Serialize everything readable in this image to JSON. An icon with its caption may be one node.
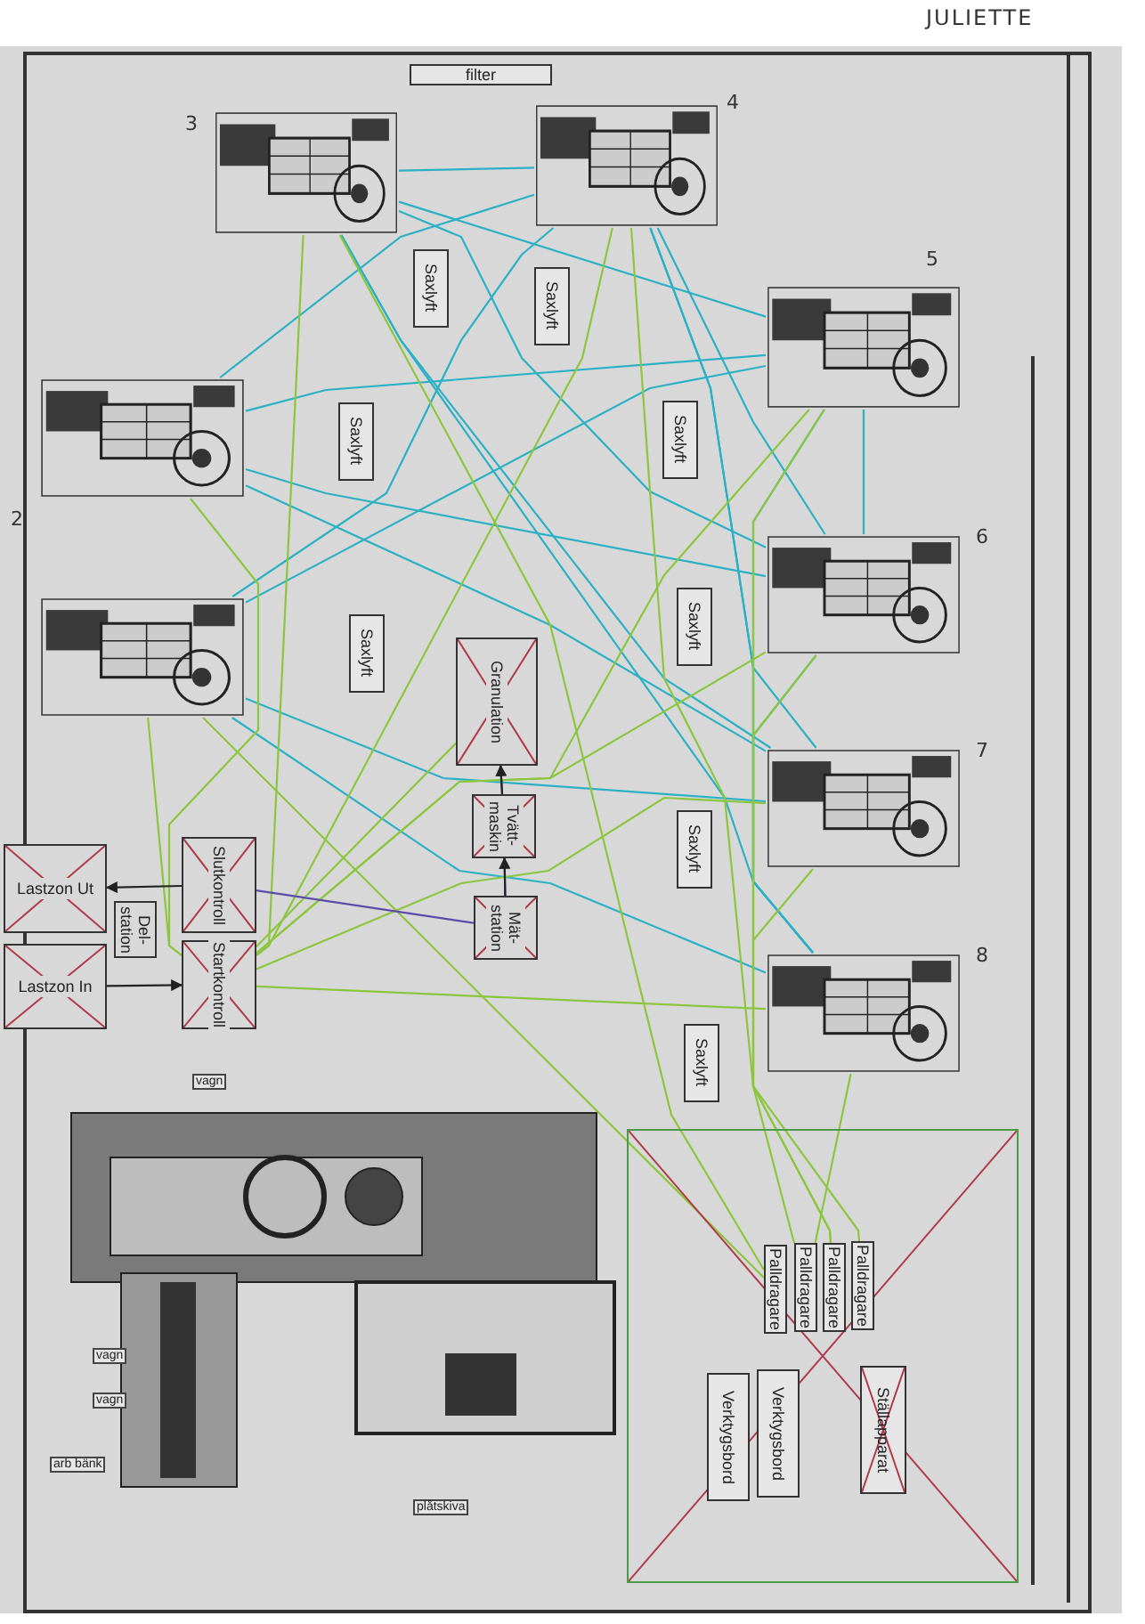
{
  "diagram": {
    "nodes": [
      {
        "text": [
          "filter"
        ]
      },
      {
        "text": [],
        "shape": "picture",
        "beside": [
          "3"
        ]
      },
      {
        "text": [],
        "shape": "picture",
        "beside": [
          "4"
        ]
      },
      {
        "text": [],
        "shape": "picture",
        "beside": [
          "5"
        ]
      },
      {
        "text": [],
        "shape": "picture",
        "beside": [
          "2"
        ]
      },
      {
        "text": [],
        "shape": "picture"
      },
      {
        "text": [],
        "shape": "picture",
        "beside": [
          "6"
        ]
      },
      {
        "text": [],
        "shape": "picture",
        "beside": [
          "7"
        ]
      },
      {
        "text": [],
        "shape": "picture",
        "beside": [
          "8"
        ]
      },
      {
        "text": [
          "Saxlyft"
        ]
      },
      {
        "text": [
          "Saxlyft"
        ]
      },
      {
        "text": [
          "Saxlyft"
        ]
      },
      {
        "text": [
          "Saxlyft"
        ]
      },
      {
        "text": [
          "Saxlyft"
        ]
      },
      {
        "text": [
          "Saxlyft"
        ]
      },
      {
        "text": [
          "Saxlyft"
        ]
      },
      {
        "text": [
          "Saxlyft"
        ]
      },
      {
        "text": [
          "Granulation"
        ]
      },
      {
        "text": [
          "Tvätt- maskin"
        ]
      },
      {
        "text": [
          "Mät- station"
        ]
      },
      {
        "text": [
          "Lastzon Ut"
        ]
      },
      {
        "text": [
          "Lastzon In"
        ]
      },
      {
        "text": [
          "Del- station"
        ]
      },
      {
        "text": [
          "Slutkontroll"
        ]
      },
      {
        "text": [
          "Startkontroll"
        ]
      },
      {
        "text": [],
        "shape": "box"
      },
      {
        "text": [
          "Palldragare"
        ],
        "in": 25
      },
      {
        "text": [
          "Palldragare"
        ],
        "in": 25
      },
      {
        "text": [
          "Palldragare"
        ],
        "in": 25
      },
      {
        "text": [
          "Palldragare"
        ],
        "in": 25
      },
      {
        "text": [
          "Verktygsbord"
        ],
        "in": 25
      },
      {
        "text": [
          "Verktygsbord"
        ],
        "in": 25
      },
      {
        "text": [
          "Ställapparat"
        ],
        "in": 25
      }
    ],
    "edges": [
      {
        "from": 1,
        "to": 2,
        "arrow": "none",
        "color": "#2bb0c4"
      },
      {
        "from": 1,
        "to": 3,
        "arrow": "none",
        "color": "#2bb0c4"
      },
      {
        "from": 1,
        "to": 6,
        "arrow": "none",
        "color": "#2bb0c4"
      },
      {
        "from": 1,
        "to": 7,
        "arrow": "none",
        "color": "#2bb0c4"
      },
      {
        "from": 1,
        "to": 8,
        "arrow": "none",
        "color": "#2bb0c4"
      },
      {
        "from": 2,
        "to": 4,
        "arrow": "none",
        "color": "#2bb0c4"
      },
      {
        "from": 2,
        "to": 5,
        "arrow": "none",
        "color": "#2bb0c4"
      },
      {
        "from": 2,
        "to": 6,
        "arrow": "none",
        "color": "#2bb0c4"
      },
      {
        "from": 2,
        "to": 7,
        "arrow": "none",
        "color": "#2bb0c4"
      },
      {
        "from": 2,
        "to": 8,
        "arrow": "none",
        "color": "#2bb0c4"
      },
      {
        "from": 3,
        "to": 4,
        "arrow": "none",
        "color": "#2bb0c4"
      },
      {
        "from": 3,
        "to": 5,
        "arrow": "none",
        "color": "#2bb0c4"
      },
      {
        "from": 3,
        "to": 6,
        "arrow": "none",
        "color": "#2bb0c4"
      },
      {
        "from": 3,
        "to": 8,
        "arrow": "none",
        "color": "#2bb0c4"
      },
      {
        "from": 4,
        "to": 6,
        "arrow": "none",
        "color": "#2bb0c4"
      },
      {
        "from": 4,
        "to": 7,
        "arrow": "none",
        "color": "#2bb0c4"
      },
      {
        "from": 5,
        "to": 7,
        "arrow": "none",
        "color": "#2bb0c4"
      },
      {
        "from": 5,
        "to": 8,
        "arrow": "none",
        "color": "#2bb0c4"
      },
      {
        "from": 6,
        "to": 8,
        "arrow": "none",
        "color": "#2bb0c4"
      },
      {
        "from": 24,
        "to": 1,
        "arrow": "none",
        "color": "#8cc63f"
      },
      {
        "from": 24,
        "to": 2,
        "arrow": "none",
        "color": "#8cc63f"
      },
      {
        "from": 24,
        "to": 3,
        "arrow": "none",
        "color": "#8cc63f"
      },
      {
        "from": 24,
        "to": 4,
        "arrow": "none",
        "color": "#8cc63f"
      },
      {
        "from": 24,
        "to": 5,
        "arrow": "none",
        "color": "#8cc63f"
      },
      {
        "from": 24,
        "to": 6,
        "arrow": "none",
        "color": "#8cc63f"
      },
      {
        "from": 24,
        "to": 7,
        "arrow": "none",
        "color": "#8cc63f"
      },
      {
        "from": 24,
        "to": 8,
        "arrow": "none",
        "color": "#8cc63f"
      },
      {
        "from": 24,
        "to": 17,
        "arrow": "none",
        "color": "#8cc63f"
      },
      {
        "from": 1,
        "to": 26,
        "arrow": "none",
        "color": "#8cc63f"
      },
      {
        "from": 2,
        "to": 27,
        "arrow": "none",
        "color": "#8cc63f"
      },
      {
        "from": 3,
        "to": 28,
        "arrow": "none",
        "color": "#8cc63f"
      },
      {
        "from": 5,
        "to": 26,
        "arrow": "none",
        "color": "#8cc63f"
      },
      {
        "from": 6,
        "to": 29,
        "arrow": "none",
        "color": "#8cc63f"
      },
      {
        "from": 7,
        "to": 28,
        "arrow": "none",
        "color": "#8cc63f"
      },
      {
        "from": 8,
        "to": 27,
        "arrow": "none",
        "color": "#8cc63f"
      },
      {
        "from": 23,
        "to": 19,
        "arrow": "none",
        "color": "#5b4aa8"
      },
      {
        "from": 17,
        "to": 18,
        "arrow": "none",
        "color": "#5b4aa8"
      },
      {
        "from": 18,
        "to": 19,
        "arrow": "none",
        "color": "#5b4aa8"
      },
      {
        "from": 18,
        "to": 17,
        "arrow": "to",
        "color": "#222222"
      },
      {
        "from": 19,
        "to": 18,
        "arrow": "to",
        "color": "#222222"
      },
      {
        "from": 23,
        "to": 20,
        "arrow": "to",
        "color": "#222222"
      },
      {
        "from": 21,
        "to": 24,
        "arrow": "to",
        "color": "#222222"
      }
    ],
    "labels": [
      "JULIETTE",
      "vagn",
      "vagn",
      "vagn",
      "arb bänk",
      "plåtskiva"
    ]
  }
}
